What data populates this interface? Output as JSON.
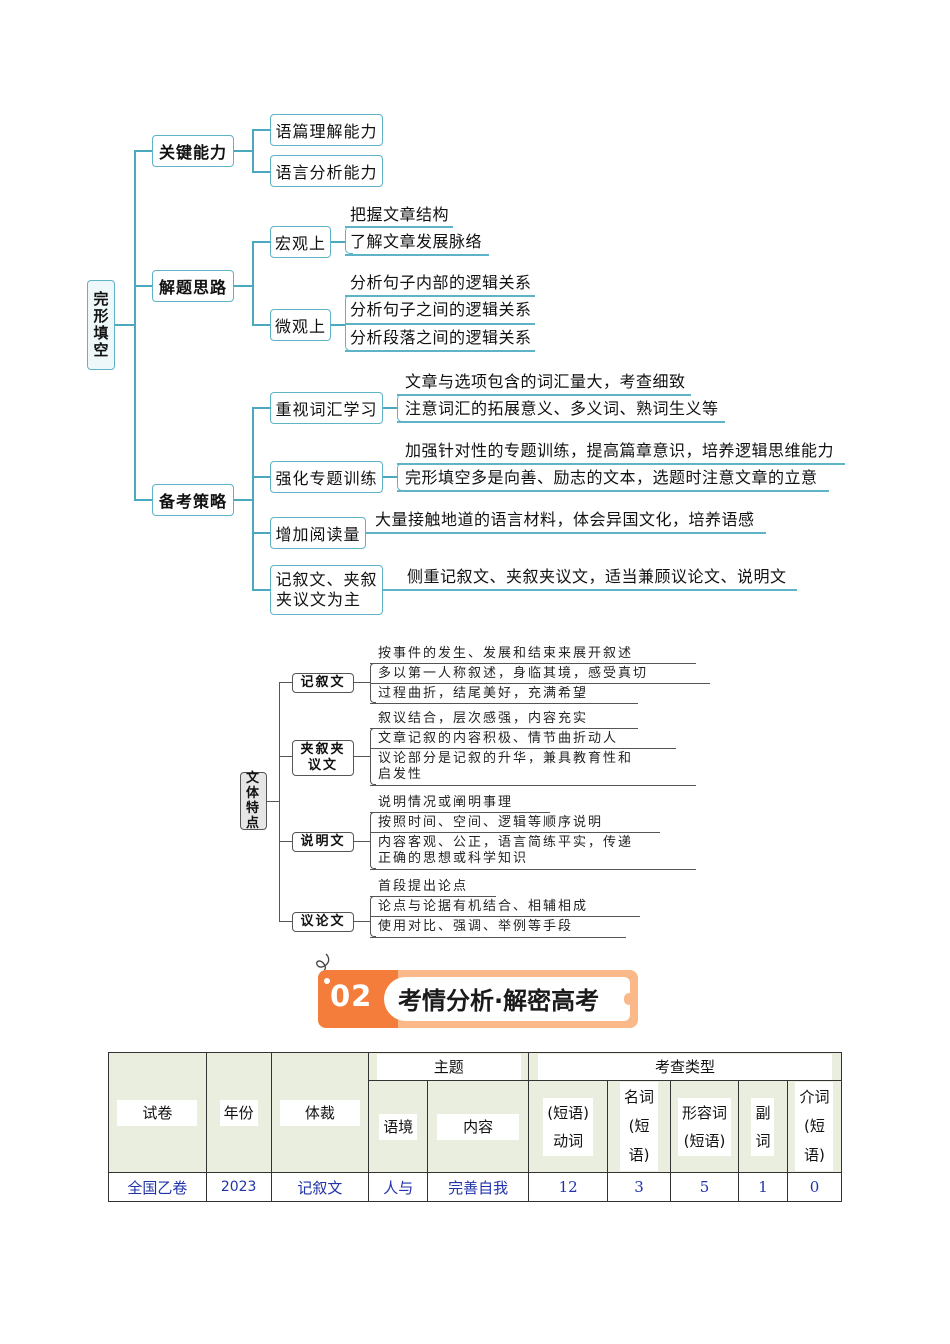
{
  "mindmap1": {
    "root": "完形填空",
    "branches": [
      {
        "label": "关键能力",
        "children": [
          {
            "label": "语篇理解能力"
          },
          {
            "label": "语言分析能力"
          }
        ]
      },
      {
        "label": "解题思路",
        "children": [
          {
            "label": "宏观上",
            "points": [
              "把握文章结构",
              "了解文章发展脉络"
            ]
          },
          {
            "label": "微观上",
            "points": [
              "分析句子内部的逻辑关系",
              "分析句子之间的逻辑关系",
              "分析段落之间的逻辑关系"
            ]
          }
        ]
      },
      {
        "label": "备考策略",
        "children": [
          {
            "label": "重视词汇学习",
            "points": [
              "文章与选项包含的词汇量大，考查细致",
              "注意词汇的拓展意义、多义词、熟词生义等"
            ]
          },
          {
            "label": "强化专题训练",
            "points": [
              "加强针对性的专题训练，提高篇章意识，培养逻辑思维能力",
              "完形填空多是向善、励志的文本，选题时注意文章的立意"
            ]
          },
          {
            "label": "增加阅读量",
            "points": [
              "大量接触地道的语言材料，体会异国文化，培养语感"
            ]
          },
          {
            "label_line1": "记叙文、夹叙",
            "label_line2": "夹议文为主",
            "points": [
              "侧重记叙文、夹叙夹议文，适当兼顾议论文、说明文"
            ]
          }
        ]
      }
    ]
  },
  "mindmap2": {
    "root": [
      "文",
      "体",
      "特",
      "点"
    ],
    "branches": [
      {
        "label": "记叙文",
        "points": [
          "按事件的发生、发展和结束来展开叙述",
          "多以第一人称叙述，身临其境，感受真切",
          "过程曲折，结尾美好，充满希望"
        ]
      },
      {
        "label_line1": "夹叙夹",
        "label_line2": "议文",
        "points": [
          "叙议结合，层次感强，内容充实",
          "文章记叙的内容积极、情节曲折动人",
          "议论部分是记叙的升华，兼具教育性和",
          "启发性"
        ]
      },
      {
        "label": "说明文",
        "points": [
          "说明情况或阐明事理",
          "按照时间、空间、逻辑等顺序说明",
          "内容客观、公正，语言简练平实，传递",
          "正确的思想或科学知识"
        ]
      },
      {
        "label": "议论文",
        "points": [
          "首段提出论点",
          "论点与论据有机结合、相辅相成",
          "使用对比、强调、举例等手段"
        ]
      }
    ]
  },
  "banner": {
    "number": "02",
    "title": "考情分析·解密高考",
    "colors": {
      "orange": "#f47d3b",
      "light": "#fbb98a"
    }
  },
  "table": {
    "headers": {
      "paper": "试卷",
      "year": "年份",
      "genre": "体裁",
      "theme": "主题",
      "theme_context": "语境",
      "theme_content": "内容",
      "exam_type": "考查类型",
      "verb_l1": "(短语)",
      "verb_l2": "动词",
      "noun_l1": "名词",
      "noun_l2": "(短",
      "noun_l3": "语)",
      "adj_l1": "形容词",
      "adj_l2": "(短语)",
      "adv_l1": "副",
      "adv_l2": "词",
      "prep_l1": "介词",
      "prep_l2": "(短",
      "prep_l3": "语)"
    },
    "rows": [
      {
        "paper": "全国乙卷",
        "year": "2023",
        "genre": "记叙文",
        "context": "人与",
        "content": "完善自我",
        "verb": "12",
        "noun": "3",
        "adj": "5",
        "adv": "1",
        "prep": "0"
      }
    ]
  }
}
